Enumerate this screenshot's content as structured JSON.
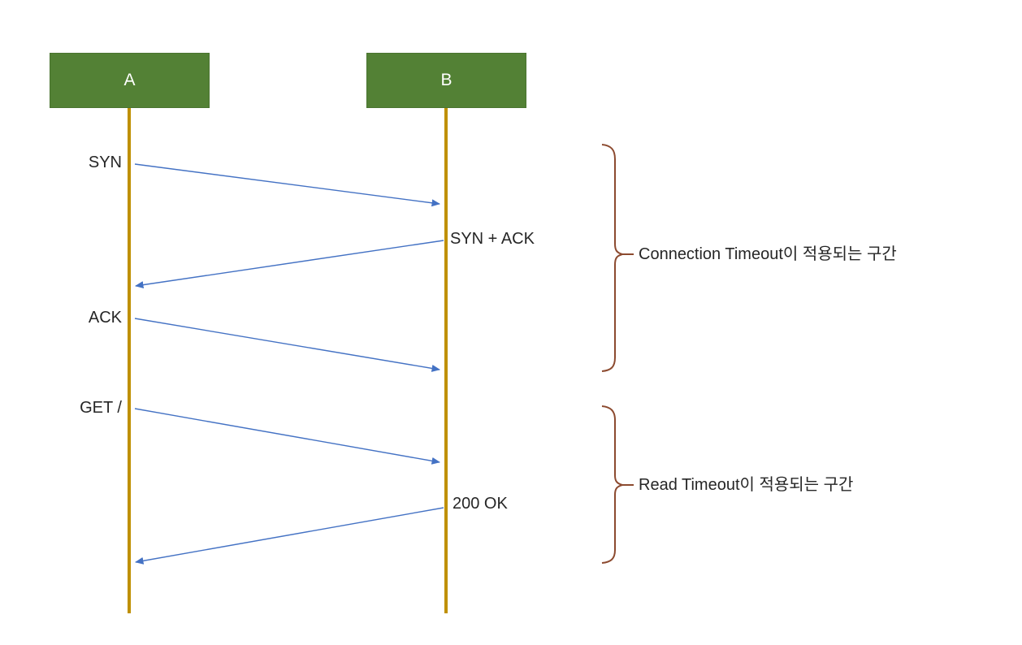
{
  "diagram": {
    "type": "sequence-diagram",
    "actors": [
      {
        "id": "A",
        "label": "A"
      },
      {
        "id": "B",
        "label": "B"
      }
    ],
    "messages": [
      {
        "label": "SYN",
        "from": "A",
        "to": "B"
      },
      {
        "label": "SYN + ACK",
        "from": "B",
        "to": "A"
      },
      {
        "label": "ACK",
        "from": "A",
        "to": "B"
      },
      {
        "label": "GET /",
        "from": "A",
        "to": "B"
      },
      {
        "label": "200 OK",
        "from": "B",
        "to": "A"
      }
    ],
    "annotations": [
      {
        "label": "Connection Timeout이 적용되는 구간",
        "covers": [
          "SYN",
          "SYN + ACK",
          "ACK"
        ]
      },
      {
        "label": "Read Timeout이 적용되는 구간",
        "covers": [
          "GET /",
          "200 OK"
        ]
      }
    ],
    "colors": {
      "actor_box": "#538135",
      "actor_text": "#ffffff",
      "lifeline": "#BF9000",
      "arrow": "#4472C4",
      "brace": "#8C4A2F",
      "label_text": "#262626",
      "background": "#ffffff"
    }
  }
}
